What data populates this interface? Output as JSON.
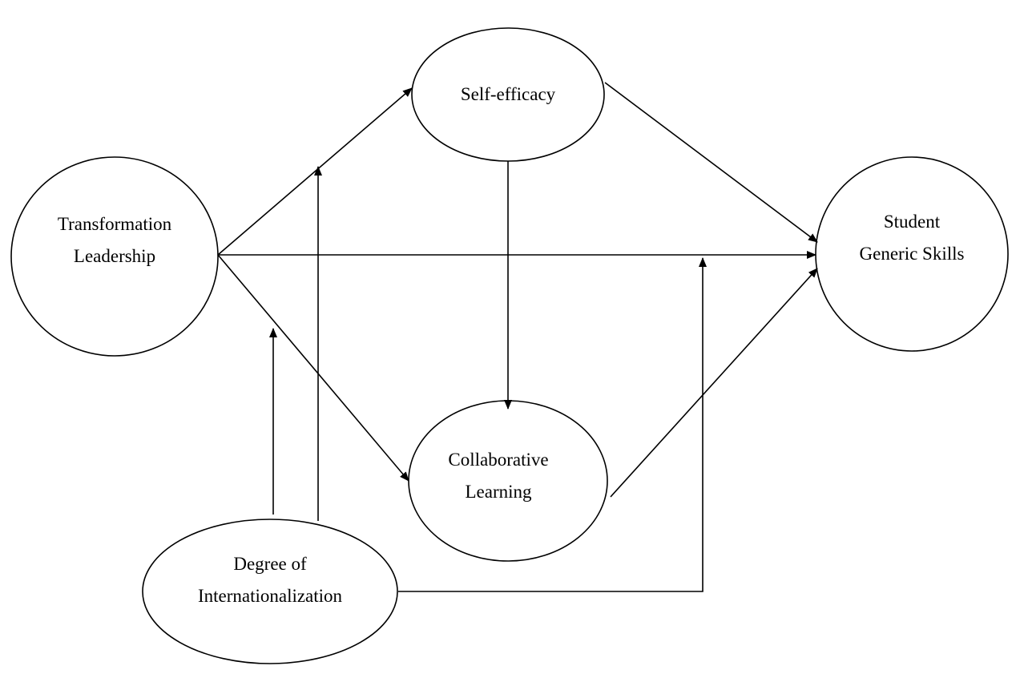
{
  "nodes": {
    "self_efficacy": {
      "label_lines": [
        "Self-efficacy"
      ]
    },
    "transformation_leadership": {
      "label_lines": [
        "Transformation",
        "Leadership"
      ]
    },
    "student_generic_skills": {
      "label_lines": [
        "Student",
        "Generic Skills"
      ]
    },
    "collaborative_learning": {
      "label_lines": [
        "Collaborative",
        "Learning"
      ]
    },
    "degree_of_internationalization": {
      "label_lines": [
        "Degree of",
        "Internationalization"
      ]
    }
  },
  "edges": [
    {
      "from": "Transformation Leadership",
      "to": "Self-efficacy"
    },
    {
      "from": "Transformation Leadership",
      "to": "Student Generic Skills"
    },
    {
      "from": "Transformation Leadership",
      "to": "Collaborative Learning"
    },
    {
      "from": "Self-efficacy",
      "to": "Student Generic Skills"
    },
    {
      "from": "Self-efficacy",
      "to": "Collaborative Learning"
    },
    {
      "from": "Collaborative Learning",
      "to": "Student Generic Skills"
    },
    {
      "from": "Degree of Internationalization",
      "to": "path Transformation Leadership → Self-efficacy",
      "type": "moderation"
    },
    {
      "from": "Degree of Internationalization",
      "to": "path Transformation Leadership → Collaborative Learning",
      "type": "moderation"
    },
    {
      "from": "Degree of Internationalization",
      "to": "path Transformation Leadership → Student Generic Skills",
      "type": "moderation"
    }
  ]
}
